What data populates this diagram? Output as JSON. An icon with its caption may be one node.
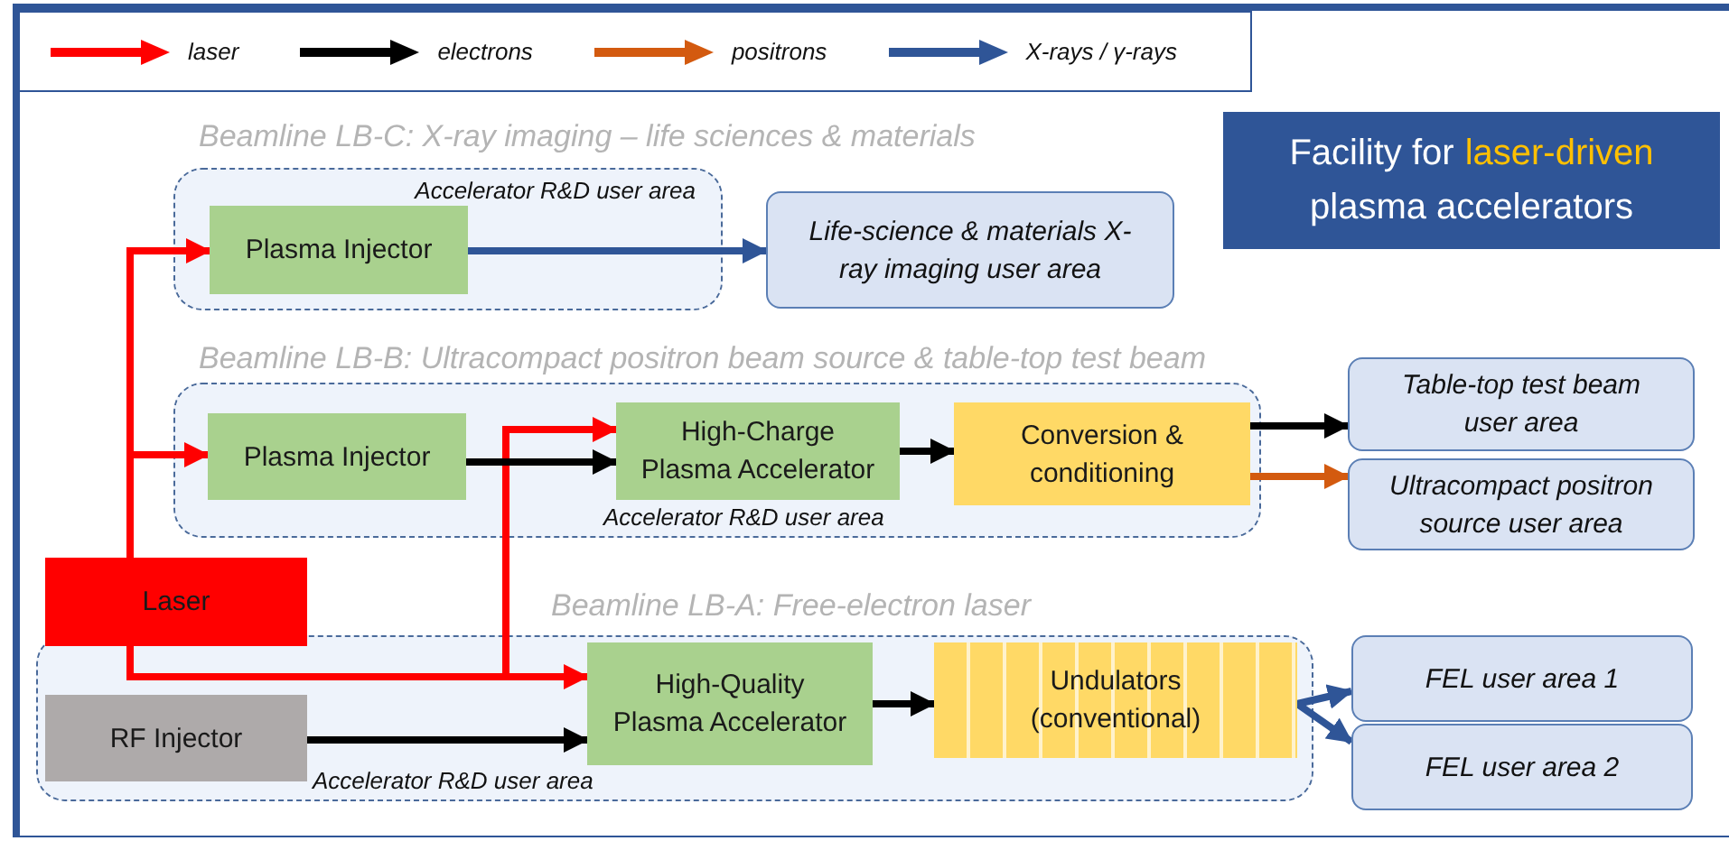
{
  "diagram": {
    "nodes": [
      {
        "text": [
          "Facility for",
          "laser-driven",
          "plasma accelerators"
        ]
      },
      {
        "text": [
          "Beamline LB-C: X-ray imaging – life sciences & materials",
          "Accelerator R&D user area"
        ]
      },
      {
        "text": [
          "Plasma Injector"
        ],
        "in": 1
      },
      {
        "text": [
          "Life-science & materials X-ray imaging user area"
        ]
      },
      {
        "text": [
          "Beamline LB-B: Ultracompact positron beam source & table-top test beam",
          "Accelerator R&D user area"
        ]
      },
      {
        "text": [
          "Plasma Injector"
        ],
        "in": 4
      },
      {
        "text": [
          "High-Charge Plasma Accelerator"
        ],
        "in": 4
      },
      {
        "text": [
          "Conversion & conditioning"
        ],
        "in": 4
      },
      {
        "text": [
          "Table-top test beam user area"
        ]
      },
      {
        "text": [
          "Ultracompact positron source user area"
        ]
      },
      {
        "text": [
          "Laser"
        ]
      },
      {
        "text": [
          "Beamline LB-A: Free-electron laser",
          "Accelerator R&D user area"
        ]
      },
      {
        "text": [
          "RF Injector"
        ],
        "in": 11
      },
      {
        "text": [
          "High-Quality Plasma Accelerator"
        ],
        "in": 11
      },
      {
        "text": [
          "Undulators (conventional)"
        ],
        "in": 11
      },
      {
        "text": [
          "FEL user area 1"
        ]
      },
      {
        "text": [
          "FEL user area 2"
        ]
      }
    ],
    "edges": [
      {
        "from": 10,
        "to": 2,
        "arrow": "to",
        "color": "#ff0000"
      },
      {
        "from": 10,
        "to": 5,
        "arrow": "to",
        "color": "#ff0000"
      },
      {
        "from": 10,
        "to": 13,
        "arrow": "to",
        "color": "#ff0000"
      },
      {
        "from": 10,
        "to": 6,
        "arrow": "to",
        "color": "#ff0000"
      },
      {
        "from": 2,
        "to": 3,
        "arrow": "to",
        "color": "#2f5597"
      },
      {
        "from": 5,
        "to": 6,
        "arrow": "to"
      },
      {
        "from": 6,
        "to": 7,
        "arrow": "to"
      },
      {
        "from": 7,
        "to": 8,
        "arrow": "to"
      },
      {
        "from": 7,
        "to": 9,
        "arrow": "to",
        "color": "#d35a0f"
      },
      {
        "from": 12,
        "to": 13,
        "arrow": "to"
      },
      {
        "from": 13,
        "to": 14,
        "arrow": "to"
      },
      {
        "from": 14,
        "to": 15,
        "arrow": "to",
        "color": "#2f5597"
      },
      {
        "from": 14,
        "to": 16,
        "arrow": "to",
        "color": "#2f5597"
      }
    ],
    "legend": [
      {
        "text": "laser"
      },
      {
        "text": "electrons"
      },
      {
        "text": "positrons"
      },
      {
        "text": "X-rays / γ-rays"
      }
    ]
  }
}
